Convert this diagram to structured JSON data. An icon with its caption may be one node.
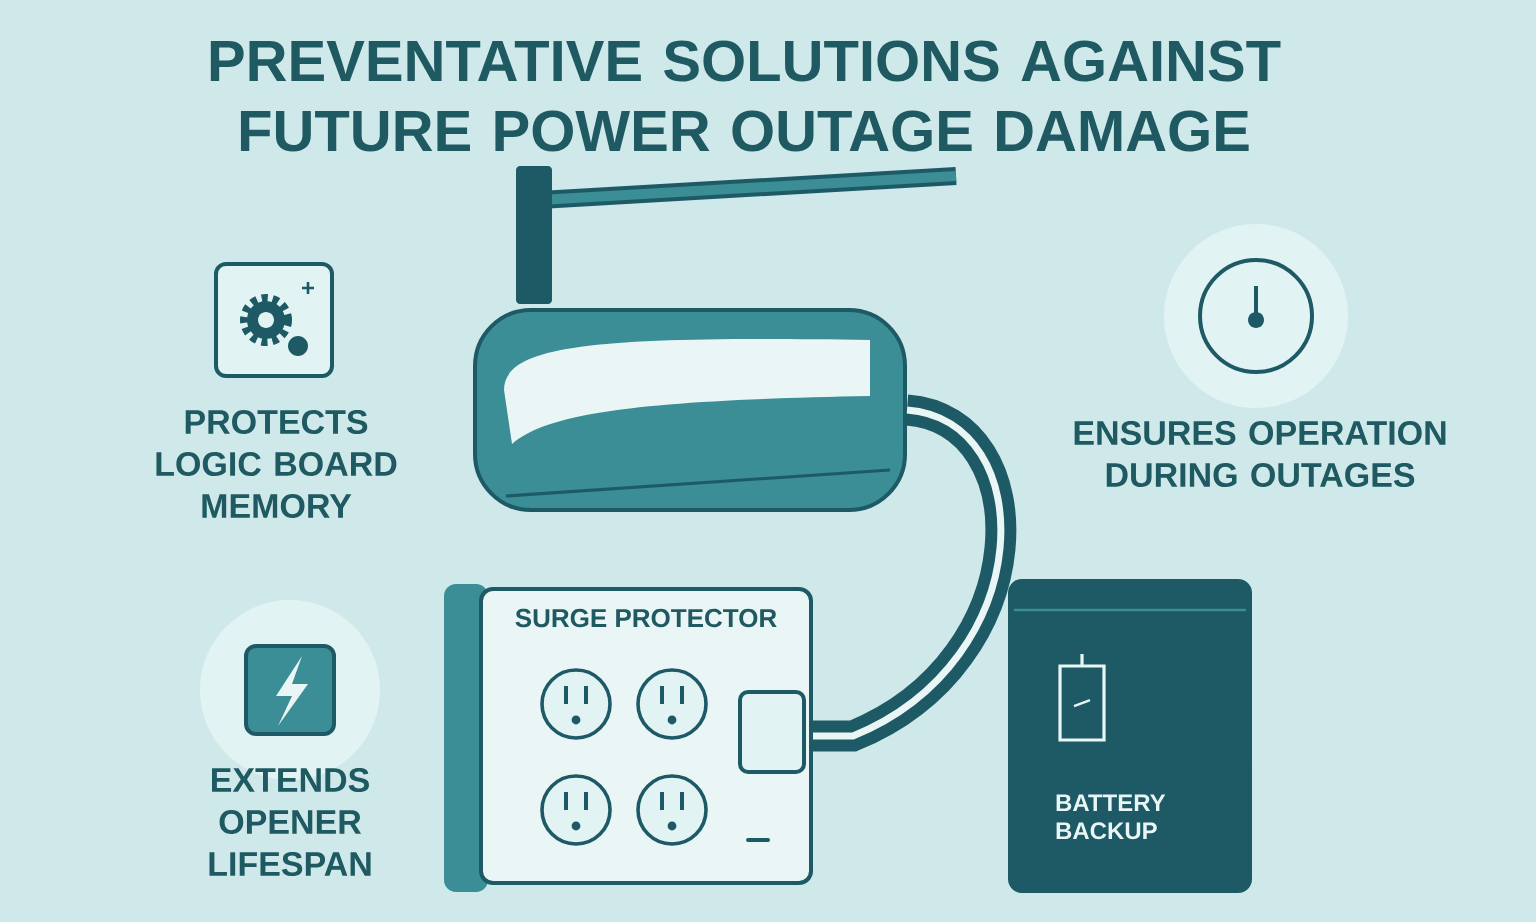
{
  "diagram": {
    "title": "PREVENTATIVE SOLUTIONS AGAINST FUTURE POWER OUTAGE DAMAGE",
    "nodes": [
      {
        "text": [],
        "shape": "picture"
      },
      {
        "text": [
          "SURGE PROTECTOR"
        ]
      },
      {
        "text": [
          "BATTERY BACKUP"
        ]
      }
    ],
    "edges": [
      {
        "from": 0,
        "to": 1,
        "arrow": "none"
      }
    ],
    "labels": [
      "PROTECTS LOGIC BOARD MEMORY",
      "EXTENDS OPENER LIFESPAN",
      "ENSURES OPERATION DURING OUTAGES"
    ]
  }
}
